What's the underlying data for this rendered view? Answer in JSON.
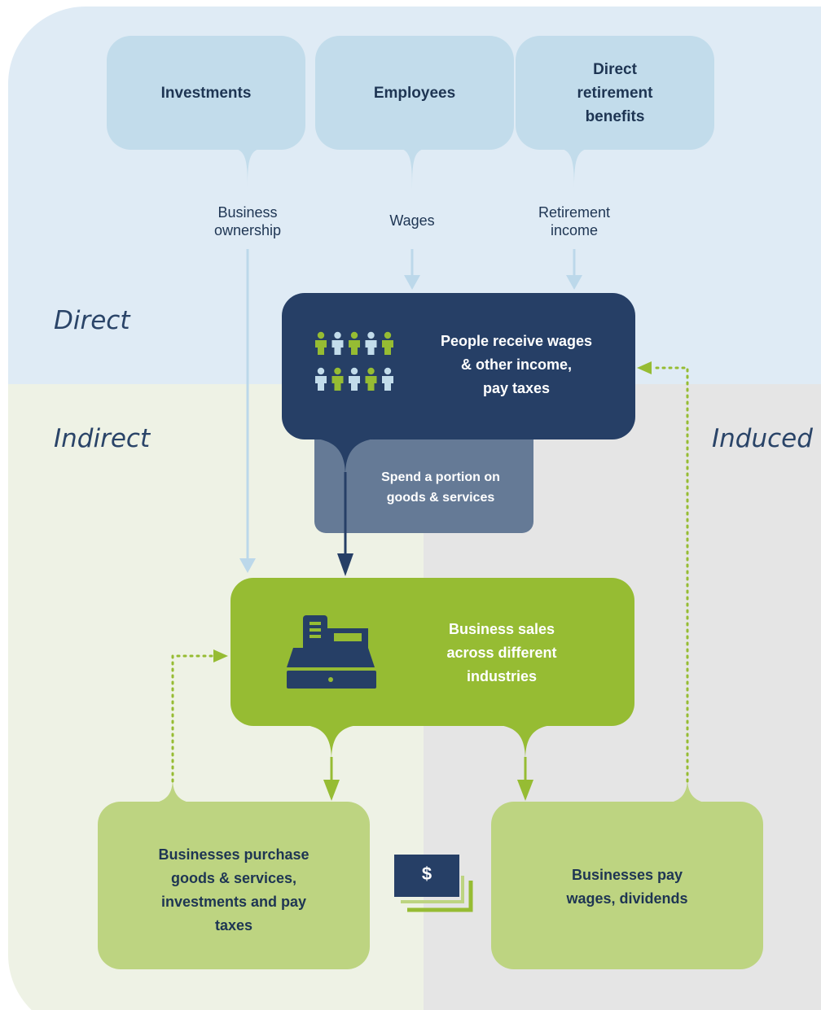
{
  "zones": {
    "direct": "Direct",
    "indirect": "Indirect",
    "induced": "Induced"
  },
  "top_boxes": [
    {
      "label": "Investments",
      "flow": "Business\nownership"
    },
    {
      "label": "Employees",
      "flow": "Wages"
    },
    {
      "label": "Direct\nretirement\nbenefits",
      "flow": "Retirement\nincome"
    }
  ],
  "people_box": {
    "label": "People receive wages\n& other income,\npay taxes",
    "icon": "people-icon"
  },
  "spend_box": {
    "label": "Spend a portion on\ngoods & services"
  },
  "sales_box": {
    "label": "Business sales\nacross different\nindustries",
    "icon": "cash-register-icon"
  },
  "purchase_box": {
    "label": "Businesses purchase\ngoods & services,\ninvestments and pay\ntaxes"
  },
  "pay_box": {
    "label": "Businesses pay\nwages, dividends"
  },
  "money_icon": {
    "symbol": "$",
    "icon": "money-icon"
  },
  "colors": {
    "direct_bg": "#dfebf5",
    "indirect_bg": "#eef2e5",
    "induced_bg": "#e5e5e5",
    "navy": "#263f66",
    "slate": "#657a96",
    "green": "#96bc33",
    "light_green": "#bdd481",
    "light_blue": "#c2dceb"
  }
}
